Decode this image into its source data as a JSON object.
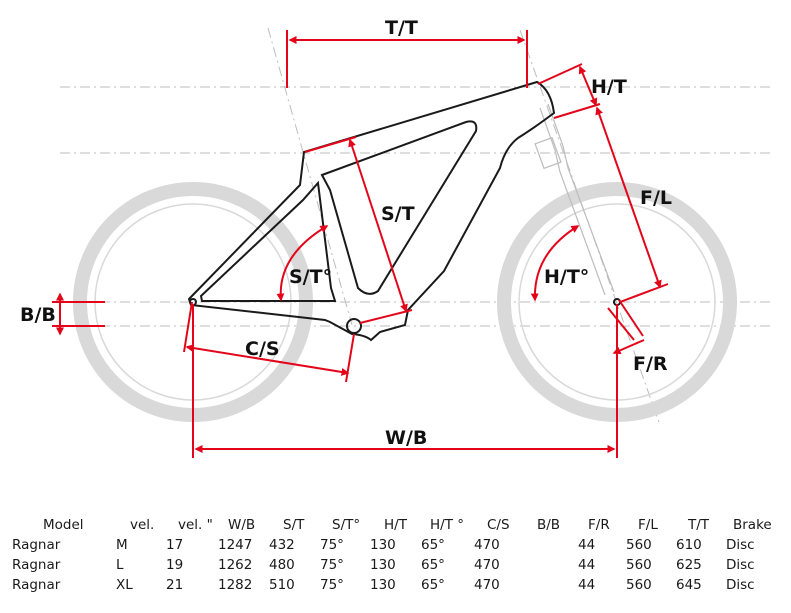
{
  "diagram": {
    "labels": {
      "tt": "T/T",
      "ht": "H/T",
      "fl": "F/L",
      "st": "S/T",
      "sta": "S/T°",
      "hta": "H/T°",
      "bb": "B/B",
      "cs": "C/S",
      "fr": "F/R",
      "wb": "W/B"
    },
    "colors": {
      "dimension": "#e3061b",
      "wheel": "#d9d9d9",
      "frame": "#1a1a1a",
      "guide": "#bdbdbd"
    }
  },
  "table": {
    "headers": [
      "Model",
      "vel.",
      "vel. \"",
      "W/B",
      "S/T",
      "S/T°",
      "H/T",
      "H/T °",
      "C/S",
      "B/B",
      "F/R",
      "F/L",
      "T/T",
      "Brake"
    ],
    "rows": [
      [
        "Ragnar",
        "M",
        "17",
        "1247",
        "432",
        "75°",
        "130",
        "65°",
        "470",
        "",
        "44",
        "560",
        "610",
        "Disc"
      ],
      [
        "Ragnar",
        "L",
        "19",
        "1262",
        "480",
        "75°",
        "130",
        "65°",
        "470",
        "",
        "44",
        "560",
        "625",
        "Disc"
      ],
      [
        "Ragnar",
        "XL",
        "21",
        "1282",
        "510",
        "75°",
        "130",
        "65°",
        "470",
        "",
        "44",
        "560",
        "645",
        "Disc"
      ]
    ]
  }
}
